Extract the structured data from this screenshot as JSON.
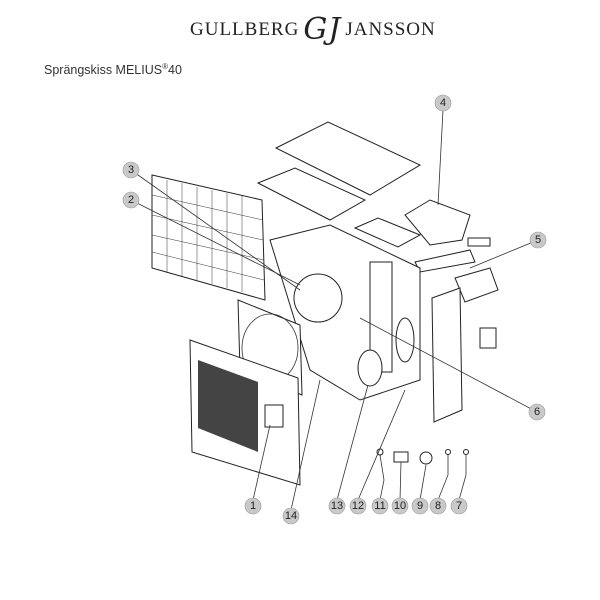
{
  "brand": {
    "name_left": "Gullberg",
    "monogram": "GJ",
    "name_right": "Jansson"
  },
  "title": {
    "text": "Sprängskiss MELIUS",
    "reg": "®",
    "model": "40"
  },
  "callouts": [
    "1",
    "2",
    "3",
    "4",
    "5",
    "6",
    "7",
    "8",
    "9",
    "10",
    "11",
    "12",
    "13",
    "14"
  ]
}
